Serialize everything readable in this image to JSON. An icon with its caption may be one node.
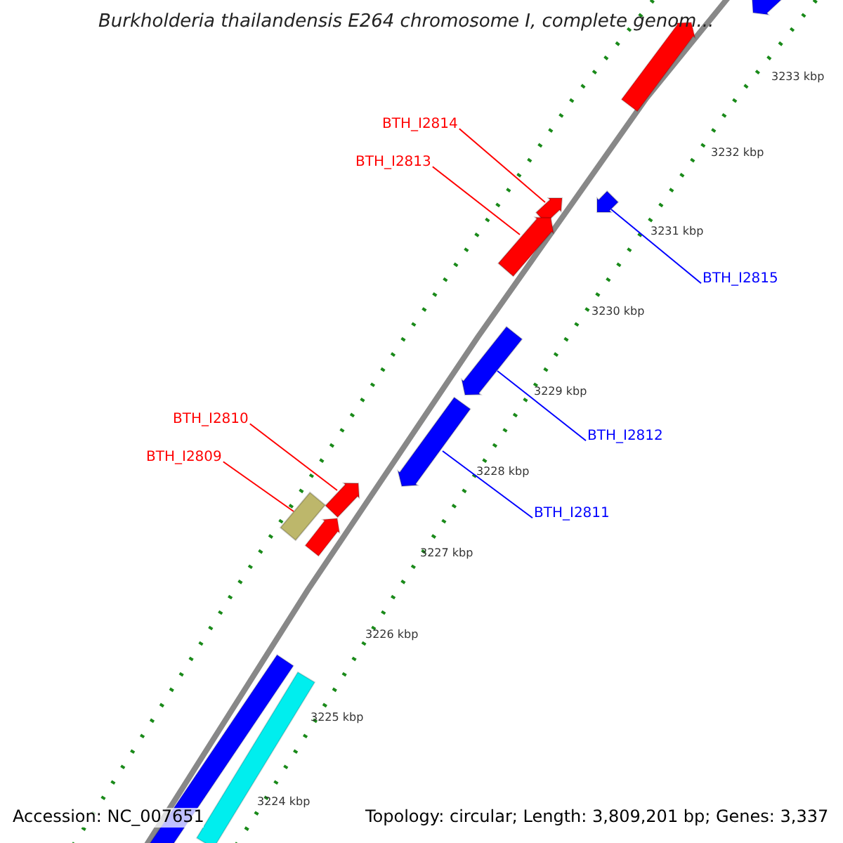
{
  "diagram": {
    "title": "Burkholderia thailandensis E264 chromosome I, complete genom...",
    "nodes": [
      {
        "text": [
          "BTH_I2814"
        ]
      },
      {
        "text": [
          "BTH_I2813"
        ]
      },
      {
        "text": [
          "BTH_I2815"
        ]
      },
      {
        "text": [
          "BTH_I2812"
        ]
      },
      {
        "text": [
          "BTH_I2811"
        ]
      },
      {
        "text": [
          "BTH_I2810"
        ]
      },
      {
        "text": [
          "BTH_I2809"
        ]
      },
      {
        "text": [],
        "shape": "arrow"
      },
      {
        "text": [],
        "shape": "arrow"
      },
      {
        "text": [],
        "shape": "arrow"
      },
      {
        "text": [],
        "shape": "arrow"
      },
      {
        "text": [],
        "shape": "arrow"
      },
      {
        "text": [],
        "shape": "arrow"
      },
      {
        "text": [],
        "shape": "box"
      }
    ],
    "edges": [
      {
        "from": 0,
        "to": 8,
        "arrow": "none"
      },
      {
        "from": 1,
        "to": 9,
        "arrow": "none"
      },
      {
        "from": 2,
        "to": 7,
        "arrow": "none",
        "color": "#0000ff"
      },
      {
        "from": 3,
        "to": 10,
        "arrow": "none",
        "color": "#0000ff"
      },
      {
        "from": 4,
        "to": 11,
        "arrow": "none",
        "color": "#0000ff"
      },
      {
        "from": 5,
        "to": 12,
        "arrow": "none"
      },
      {
        "from": 6,
        "to": 13,
        "arrow": "none"
      }
    ],
    "labels": [
      "3233 kbp",
      "3232 kbp",
      "3231 kbp",
      "3230 kbp",
      "3229 kbp",
      "3228 kbp",
      "3227 kbp",
      "3226 kbp",
      "3225 kbp",
      "3224 kbp",
      "Accession: NC_007651",
      "Topology: circular; Length: 3,809,201 bp; Genes: 3,337"
    ]
  }
}
